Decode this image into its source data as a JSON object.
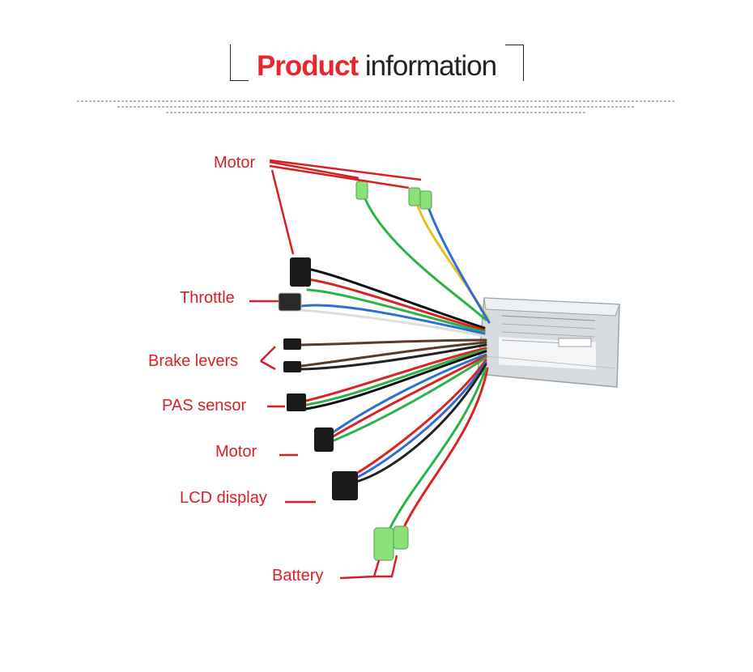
{
  "header": {
    "title_accent": "Product",
    "title_rest": "information"
  },
  "labels": {
    "motor_top": "Motor",
    "throttle": "Throttle",
    "brake_levers": "Brake levers",
    "pas_sensor": "PAS sensor",
    "motor_bottom": "Motor",
    "lcd_display": "LCD display",
    "battery": "Battery"
  },
  "colors": {
    "label": "#d91f26",
    "controller": "#e2e6ea",
    "connector_green": "#8be07a"
  }
}
